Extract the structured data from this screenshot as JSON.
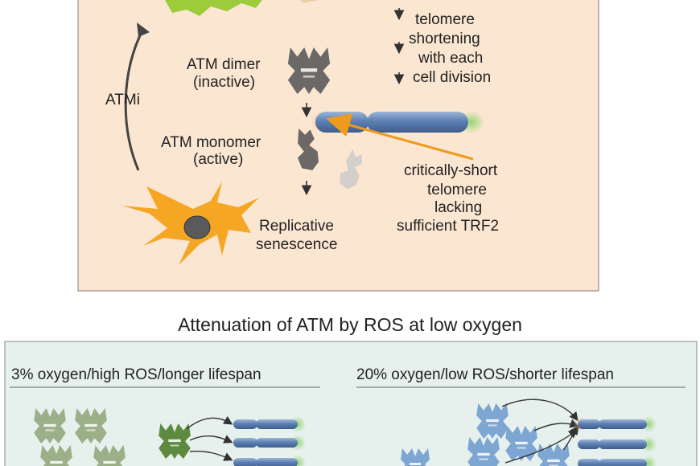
{
  "top_panel": {
    "atmi_label": "ATMi",
    "dimer_line1": "ATM dimer",
    "dimer_line2": "(inactive)",
    "monomer_line1": "ATM monomer",
    "monomer_line2": "(active)",
    "shortening_lines": [
      "telomere",
      "shortening",
      "with each",
      "cell division"
    ],
    "critical_lines": [
      "critically-short",
      "telomere",
      "lacking",
      "sufficient TRF2"
    ],
    "senescence_line1": "Replicative",
    "senescence_line2": "senescence"
  },
  "section_title": "Attenuation of ATM by ROS at low oxygen",
  "bottom_panel": {
    "left_heading": "3% oxygen/high ROS/longer lifespan",
    "right_heading": "20% oxygen/low ROS/shorter lifespan"
  },
  "colors": {
    "top_bg": "#fbe6d2",
    "bottom_bg": "#e6f0ed",
    "cell": "#f5a623",
    "arrow_orange": "#ee9a1c",
    "telomere": "#5b7fb0",
    "atm_grey": "#6b6866",
    "atm_green_light": "#9bb088",
    "atm_green_dark": "#5d8a3e",
    "atm_blue": "#7ea6d2"
  }
}
